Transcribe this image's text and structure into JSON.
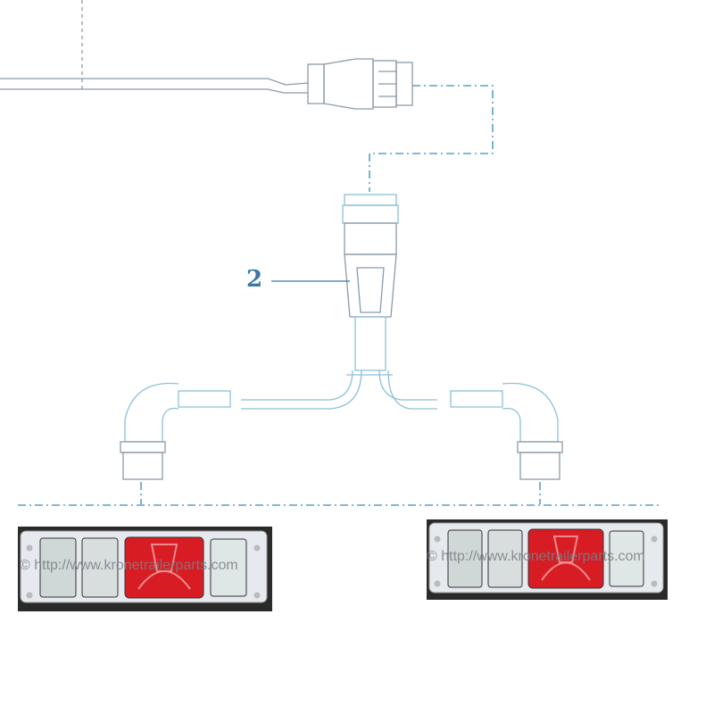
{
  "callouts": [
    {
      "number": "2",
      "part": "wiring-harness"
    }
  ],
  "watermark": "© http://www.kronetrailerparts.com",
  "colors": {
    "line": "#8a9aa8",
    "callout": "#3a78a8",
    "lens_red": "#d81c24",
    "lens_clear": "#dfe6e6"
  }
}
